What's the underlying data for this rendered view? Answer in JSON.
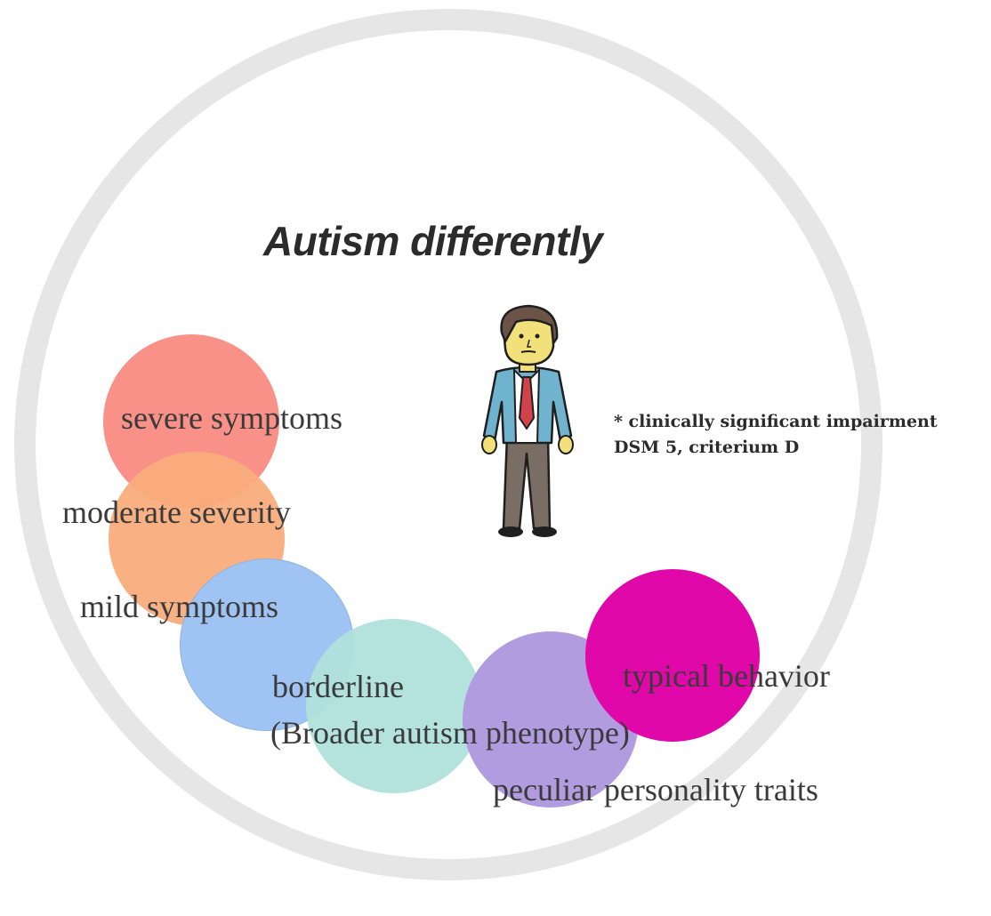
{
  "title": "Autism differently",
  "note": {
    "line1": "* clinically significant impairment",
    "line2": "DSM 5, criterium D"
  },
  "spectrum": [
    {
      "label": "severe symptoms",
      "color": "#f99188"
    },
    {
      "label": "moderate severity",
      "color": "#f9ad7c"
    },
    {
      "label": "mild symptoms",
      "color": "#9fc3f3"
    },
    {
      "label_line1": "borderline",
      "label_line2": "(Broader autism phenotype)",
      "color": "#b0e2dc"
    },
    {
      "label": "peculiar personality traits",
      "color": "#b19cdf"
    },
    {
      "label": "typical behavior",
      "color": "#e008a8"
    }
  ],
  "colors": {
    "ring": "#e6e6e6",
    "text": "#3a3a3a"
  },
  "icons": [
    "businessman-figure"
  ]
}
